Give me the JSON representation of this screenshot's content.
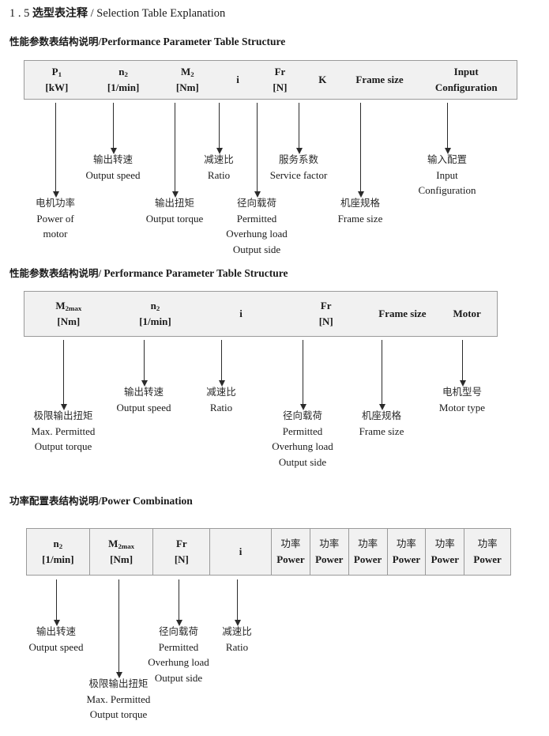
{
  "document": {
    "title_number": "1 . 5",
    "title_cn": "选型表注释",
    "title_sep": "/",
    "title_en": "Selection Table Explanation"
  },
  "sections": [
    {
      "heading_cn": "性能参数表结构说明",
      "heading_sep": "/",
      "heading_en": "Performance Parameter Table Structure",
      "table": {
        "columns": [
          {
            "line1": "P",
            "sub1": "1",
            "line2": "[kW]"
          },
          {
            "line1": "n",
            "sub1": "2",
            "line2": "[1/min]"
          },
          {
            "line1": "M",
            "sub1": "2",
            "line2": "[Nm]"
          },
          {
            "line1": "i",
            "sub1": "",
            "line2": ""
          },
          {
            "line1": "Fr",
            "sub1": "",
            "line2": "[N]"
          },
          {
            "line1": "K",
            "sub1": "",
            "line2": ""
          },
          {
            "line1": "Frame size",
            "sub1": "",
            "line2": ""
          },
          {
            "line1": "Input",
            "sub1": "",
            "line2": "Configuration"
          }
        ]
      },
      "annotations": [
        {
          "cn": "电机功率",
          "en1": "Power of",
          "en2": "motor",
          "en3": ""
        },
        {
          "cn": "输出转速",
          "en1": "Output speed",
          "en2": "",
          "en3": ""
        },
        {
          "cn": "输出扭矩",
          "en1": "Output torque",
          "en2": "",
          "en3": ""
        },
        {
          "cn": "减速比",
          "en1": "Ratio",
          "en2": "",
          "en3": ""
        },
        {
          "cn": "径向载荷",
          "en1": "Permitted",
          "en2": "Overhung load",
          "en3": "Output side"
        },
        {
          "cn": "服务系数",
          "en1": "Service factor",
          "en2": "",
          "en3": ""
        },
        {
          "cn": "机座规格",
          "en1": "Frame size",
          "en2": "",
          "en3": ""
        },
        {
          "cn": "输入配置",
          "en1": "Input",
          "en2": "Configuration",
          "en3": ""
        }
      ]
    },
    {
      "heading_cn": "性能参数表结构说明",
      "heading_sep": "/",
      "heading_en": "Performance Parameter Table Structure",
      "table": {
        "columns": [
          {
            "line1": "M",
            "sub1": "2max",
            "line2": "[Nm]"
          },
          {
            "line1": "n",
            "sub1": "2",
            "line2": "[1/min]"
          },
          {
            "line1": "i",
            "sub1": "",
            "line2": ""
          },
          {
            "line1": "Fr",
            "sub1": "",
            "line2": "[N]"
          },
          {
            "line1": "Frame size",
            "sub1": "",
            "line2": ""
          },
          {
            "line1": "Motor",
            "sub1": "",
            "line2": ""
          }
        ]
      },
      "annotations": [
        {
          "cn": "极限输出扭矩",
          "en1": "Max. Permitted",
          "en2": "Output  torque",
          "en3": ""
        },
        {
          "cn": "输出转速",
          "en1": "Output speed",
          "en2": "",
          "en3": ""
        },
        {
          "cn": "减速比",
          "en1": "Ratio",
          "en2": "",
          "en3": ""
        },
        {
          "cn": "径向载荷",
          "en1": "Permitted",
          "en2": "Overhung load",
          "en3": "Output side"
        },
        {
          "cn": "机座规格",
          "en1": "Frame size",
          "en2": "",
          "en3": ""
        },
        {
          "cn": "电机型号",
          "en1": "Motor type",
          "en2": "",
          "en3": ""
        }
      ]
    },
    {
      "heading_cn": "功率配置表结构说明",
      "heading_sep": "/",
      "heading_en": "Power Combination",
      "table": {
        "columns": [
          {
            "line1": "n",
            "sub1": "2",
            "line2": "[1/min]"
          },
          {
            "line1": "M",
            "sub1": "2max",
            "line2": "[Nm]"
          },
          {
            "line1": "Fr",
            "sub1": "",
            "line2": "[N]"
          },
          {
            "line1": "i",
            "sub1": "",
            "line2": ""
          },
          {
            "line1": "功率",
            "sub1": "",
            "line2": "Power"
          },
          {
            "line1": "功率",
            "sub1": "",
            "line2": "Power"
          },
          {
            "line1": "功率",
            "sub1": "",
            "line2": "Power"
          },
          {
            "line1": "功率",
            "sub1": "",
            "line2": "Power"
          },
          {
            "line1": "功率",
            "sub1": "",
            "line2": "Power"
          },
          {
            "line1": "功率",
            "sub1": "",
            "line2": "Power"
          }
        ]
      },
      "annotations": [
        {
          "cn": "输出转速",
          "en1": "Output speed",
          "en2": "",
          "en3": ""
        },
        {
          "cn": "极限输出扭矩",
          "en1": "Max. Permitted",
          "en2": "Output  torque",
          "en3": ""
        },
        {
          "cn": "径向载荷",
          "en1": "Permitted",
          "en2": "Overhung load",
          "en3": "Output side"
        },
        {
          "cn": "减速比",
          "en1": "Ratio",
          "en2": "",
          "en3": ""
        }
      ]
    }
  ]
}
